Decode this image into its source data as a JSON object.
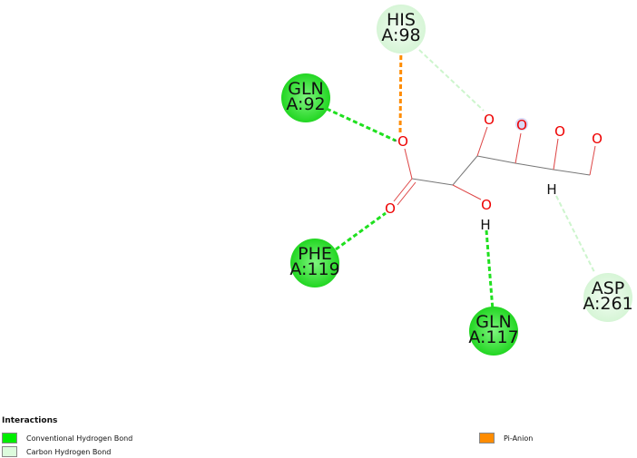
{
  "residues": [
    {
      "name": "HIS",
      "id": "A:98",
      "type": "carbon"
    },
    {
      "name": "GLN",
      "id": "A:92",
      "type": "conventional"
    },
    {
      "name": "PHE",
      "id": "A:119",
      "type": "conventional"
    },
    {
      "name": "GLN",
      "id": "A:117",
      "type": "conventional"
    },
    {
      "name": "ASP",
      "id": "A:261",
      "type": "carbon"
    }
  ],
  "atoms": {
    "o": "O",
    "h": "H",
    "charge": "-"
  },
  "legend": {
    "title": "Interactions",
    "items": [
      {
        "label": "Conventional Hydrogen Bond",
        "color": "#00ee00"
      },
      {
        "label": "Carbon Hydrogen Bond",
        "color": "#ddfbdd"
      },
      {
        "label": "Pi-Anion",
        "color": "#ff8c00"
      }
    ]
  }
}
